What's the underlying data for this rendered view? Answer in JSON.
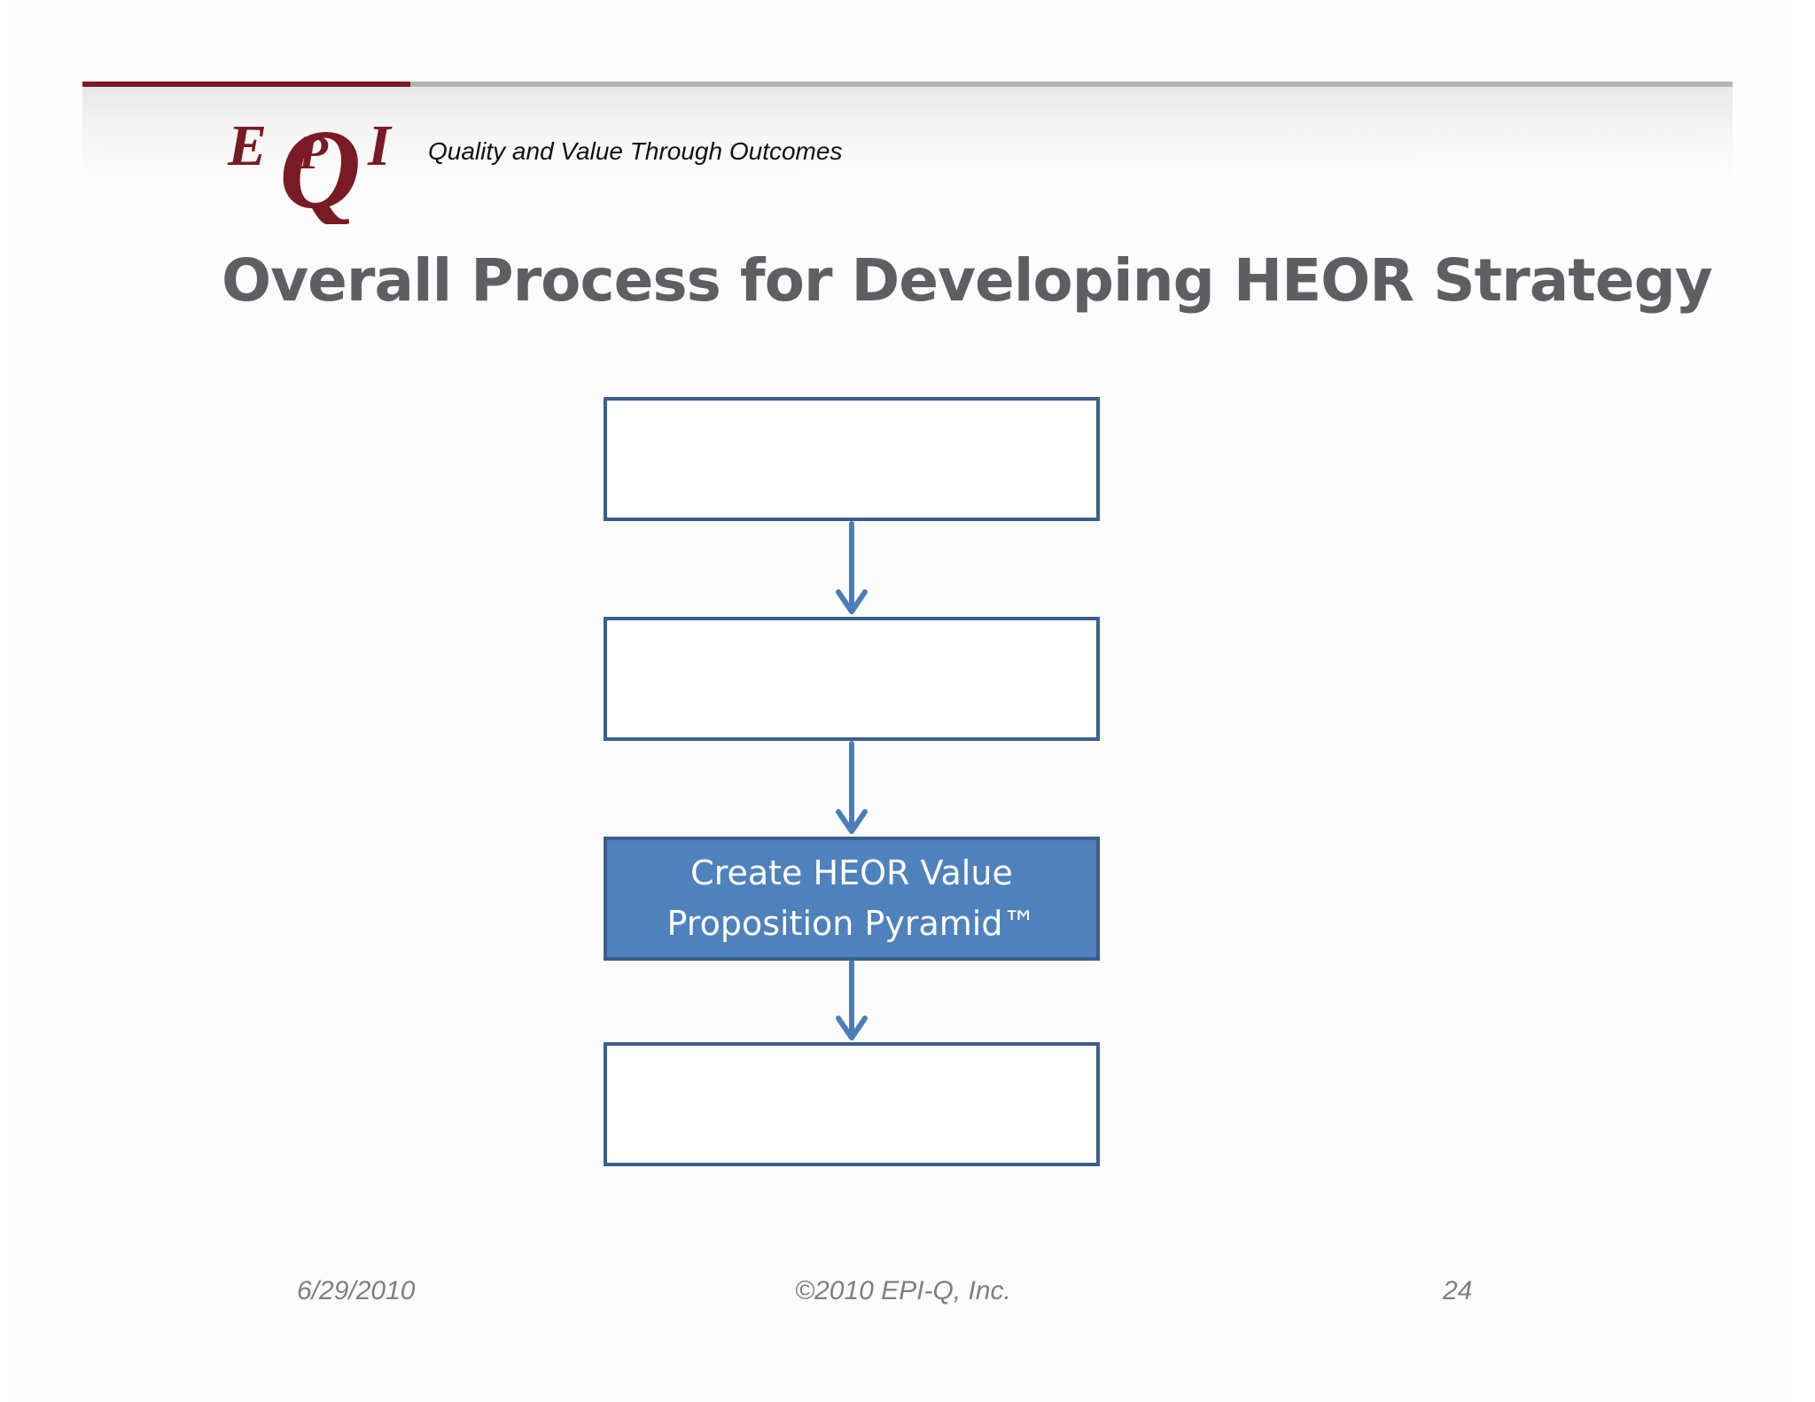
{
  "header": {
    "tagline": "Quality and Value Through Outcomes",
    "logo": {
      "letters": [
        "E",
        "P",
        "Q",
        "I"
      ],
      "color": "#7a1a24"
    },
    "accent_color": "#7a1a24",
    "rule_color": "#b4b4b4"
  },
  "title": "Overall Process for Developing HEOR Strategy",
  "flowchart": {
    "steps": [
      {
        "label": "",
        "highlighted": false
      },
      {
        "label": "",
        "highlighted": false
      },
      {
        "label": "Create HEOR Value\nProposition Pyramid™",
        "highlighted": true
      },
      {
        "label": "",
        "highlighted": false
      }
    ],
    "box_fill_highlight": "#4f81bd",
    "box_border": "#3b5f8f",
    "arrow_color": "#4a7ebb"
  },
  "footer": {
    "date": "6/29/2010",
    "copyright": "©2010 EPI-Q, Inc.",
    "page_number": "24"
  }
}
